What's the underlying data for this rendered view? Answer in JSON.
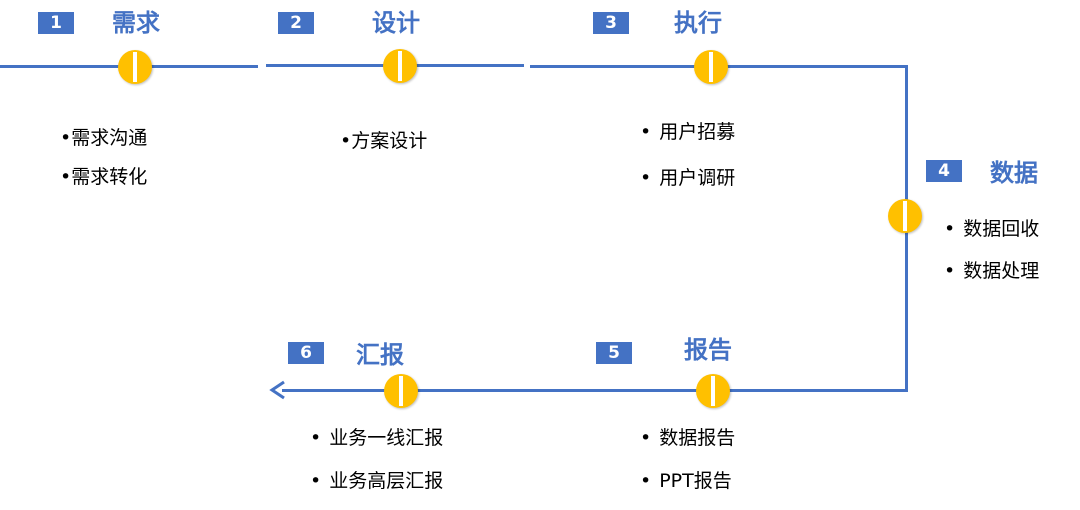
{
  "colors": {
    "accent": "#4472C4",
    "node": "#FFC000",
    "text": "#000000"
  },
  "bullet": "•",
  "stages": [
    {
      "number": "1",
      "title": "需求",
      "items": [
        "需求沟通",
        "需求转化"
      ]
    },
    {
      "number": "2",
      "title": "设计",
      "items": [
        "方案设计"
      ]
    },
    {
      "number": "3",
      "title": "执行",
      "items": [
        "用户招募",
        "用户调研"
      ]
    },
    {
      "number": "4",
      "title": "数据",
      "items": [
        "数据回收",
        "数据处理"
      ]
    },
    {
      "number": "5",
      "title": "报告",
      "items": [
        "数据报告",
        "PPT报告"
      ]
    },
    {
      "number": "6",
      "title": "汇报",
      "items": [
        "业务一线汇报",
        "业务高层汇报"
      ]
    }
  ],
  "flow_direction_icon": "arrow-left-icon"
}
